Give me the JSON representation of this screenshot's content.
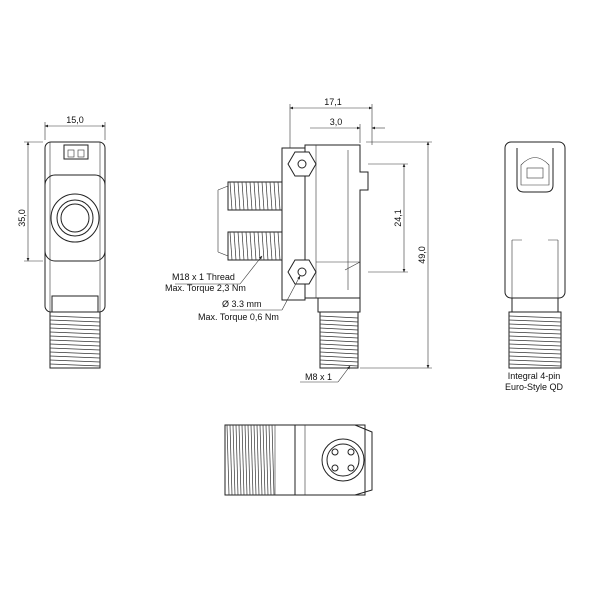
{
  "dimensions": {
    "front_width": "15,0",
    "front_height": "35,0",
    "side_depth": "17,1",
    "side_offset": "3,0",
    "hole_spacing": "24,1",
    "overall_height": "49,0"
  },
  "annotations": {
    "thread_line1": "M18 x 1 Thread",
    "thread_line2": "Max. Torque 2,3 Nm",
    "hole_line1": "Ø 3.3 mm",
    "hole_line2": "Max. Torque 0,6 Nm",
    "connector_thread": "M8 x 1",
    "connector_line1": "Integral 4-pin",
    "connector_line2": "Euro-Style QD"
  }
}
